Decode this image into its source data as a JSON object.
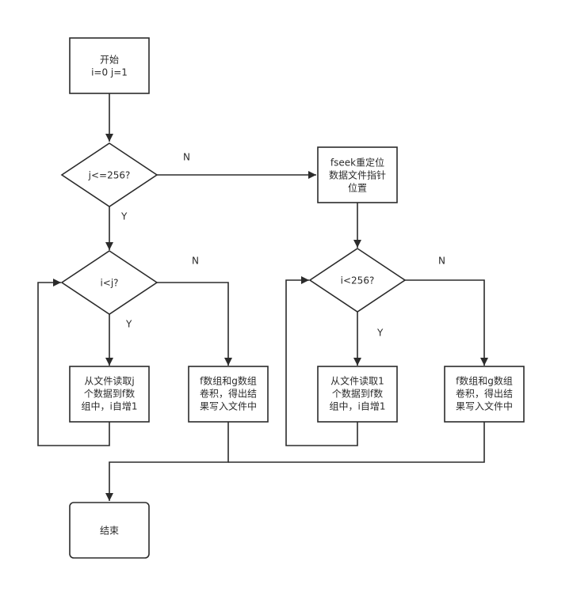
{
  "nodes": {
    "start": [
      "开始",
      "i=0 j=1"
    ],
    "cond_j": [
      "j<=256?"
    ],
    "fseek": [
      "fseek重定位",
      "数据文件指针",
      "位置"
    ],
    "cond_ij": [
      "i<j?"
    ],
    "cond_i256": [
      "i<256?"
    ],
    "read_j": [
      "从文件读取j",
      "个数据到f数",
      "组中，i自增1"
    ],
    "conv_left": [
      "f数组和g数组",
      "卷积，得出结",
      "果写入文件中"
    ],
    "read_1": [
      "从文件读取1",
      "个数据到f数",
      "组中，i自增1"
    ],
    "conv_right": [
      "f数组和g数组",
      "卷积，得出结",
      "果写入文件中"
    ],
    "end": [
      "结束"
    ]
  },
  "edge_labels": {
    "cond_j_no": "N",
    "cond_j_yes": "Y",
    "cond_ij_no": "N",
    "cond_ij_yes": "Y",
    "cond_i256_no": "N",
    "cond_i256_yes": "Y"
  }
}
